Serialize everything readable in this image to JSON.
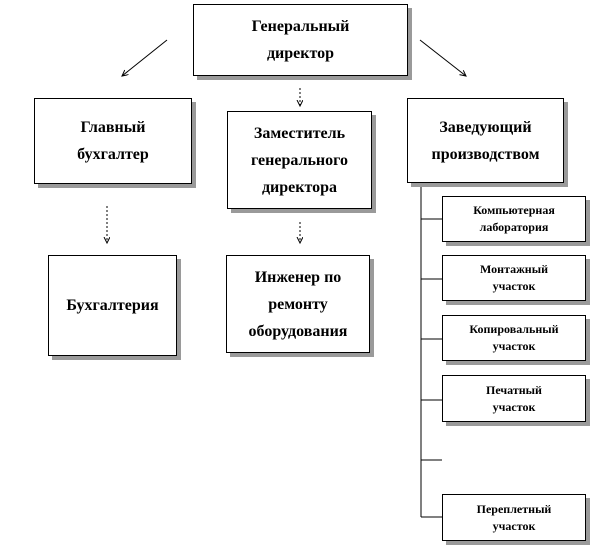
{
  "org_chart": {
    "ceo": "Генеральный\nдиректор",
    "chief_accountant": "Главный\nбухгалтер",
    "deputy_director": "Заместитель\nгенерального\nдиректора",
    "production_head": "Заведующий\nпроизводством",
    "accounting": "Бухгалтерия",
    "equipment_engineer": "Инженер по\nремонту\nоборудования",
    "sections": [
      "Компьютерная\nлаборатория",
      "Монтажный\nучасток",
      "Копировальный\nучасток",
      "Печатный\nучасток",
      "Переплетный\nучасток"
    ]
  }
}
